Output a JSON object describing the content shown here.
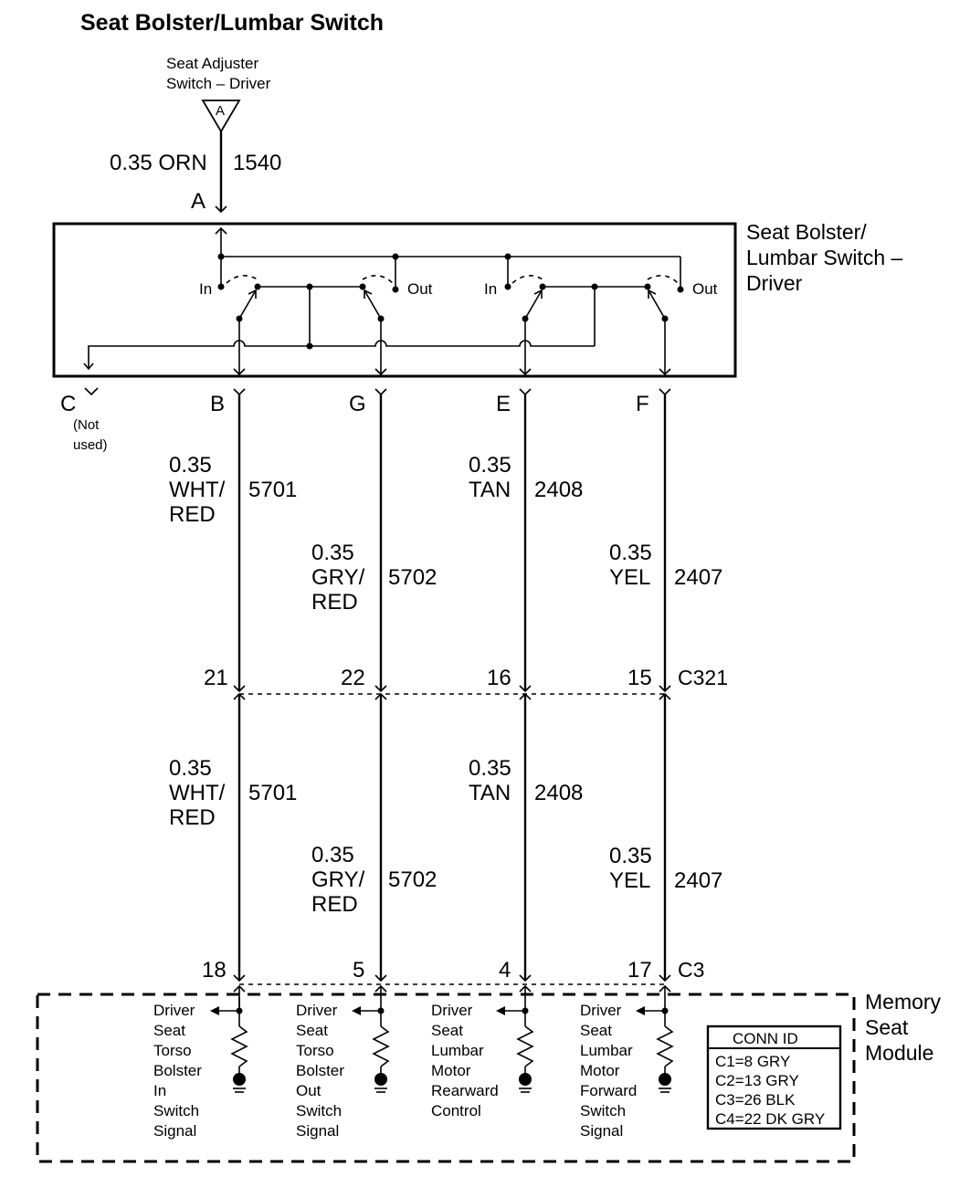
{
  "title": "Seat Bolster/Lumbar Switch",
  "source": {
    "line1": "Seat Adjuster",
    "line2": "Switch – Driver",
    "connector_letter": "A"
  },
  "top_wire": {
    "size_color": "0.35 ORN",
    "circuit": "1540",
    "pin": "A"
  },
  "switch": {
    "name_lines": [
      "Seat Bolster/",
      "Lumbar Switch –",
      "Driver"
    ],
    "in_label": "In",
    "out_label": "Out"
  },
  "pin_c": {
    "pin": "C",
    "note_line1": "(Not",
    "note_line2": "used)"
  },
  "wires": [
    {
      "pin": "B",
      "upper": {
        "size_lines": [
          "0.35",
          "WHT/",
          "RED"
        ],
        "circuit": "5701"
      },
      "c321_pin": "21",
      "lower": {
        "size_lines": [
          "0.35",
          "WHT/",
          "RED"
        ],
        "circuit": "5701"
      },
      "c3_pin": "18",
      "module_label": [
        "Driver",
        "Seat",
        "Torso",
        "Bolster",
        "In",
        "Switch",
        "Signal"
      ]
    },
    {
      "pin": "G",
      "upper": {
        "size_lines": [
          "0.35",
          "GRY/",
          "RED"
        ],
        "circuit": "5702"
      },
      "c321_pin": "22",
      "lower": {
        "size_lines": [
          "0.35",
          "GRY/",
          "RED"
        ],
        "circuit": "5702"
      },
      "c3_pin": "5",
      "module_label": [
        "Driver",
        "Seat",
        "Torso",
        "Bolster",
        "Out",
        "Switch",
        "Signal"
      ]
    },
    {
      "pin": "E",
      "upper": {
        "size_lines": [
          "0.35",
          "TAN"
        ],
        "circuit": "2408"
      },
      "c321_pin": "16",
      "lower": {
        "size_lines": [
          "0.35",
          "TAN"
        ],
        "circuit": "2408"
      },
      "c3_pin": "4",
      "module_label": [
        "Driver",
        "Seat",
        "Lumbar",
        "Motor",
        "Rearward",
        "Control"
      ]
    },
    {
      "pin": "F",
      "upper": {
        "size_lines": [
          "0.35",
          "YEL"
        ],
        "circuit": "2407"
      },
      "c321_pin": "15",
      "lower": {
        "size_lines": [
          "0.35",
          "YEL"
        ],
        "circuit": "2407"
      },
      "c3_pin": "17",
      "module_label": [
        "Driver",
        "Seat",
        "Lumbar",
        "Motor",
        "Forward",
        "Switch",
        "Signal"
      ]
    }
  ],
  "connectors": {
    "c321": "C321",
    "c3": "C3"
  },
  "module": {
    "name_lines": [
      "Memory",
      "Seat",
      "Module"
    ]
  },
  "conn_table": {
    "header": "CONN ID",
    "rows": [
      "C1=8 GRY",
      "C2=13 GRY",
      "C3=26 BLK",
      "C4=22 DK GRY"
    ]
  }
}
